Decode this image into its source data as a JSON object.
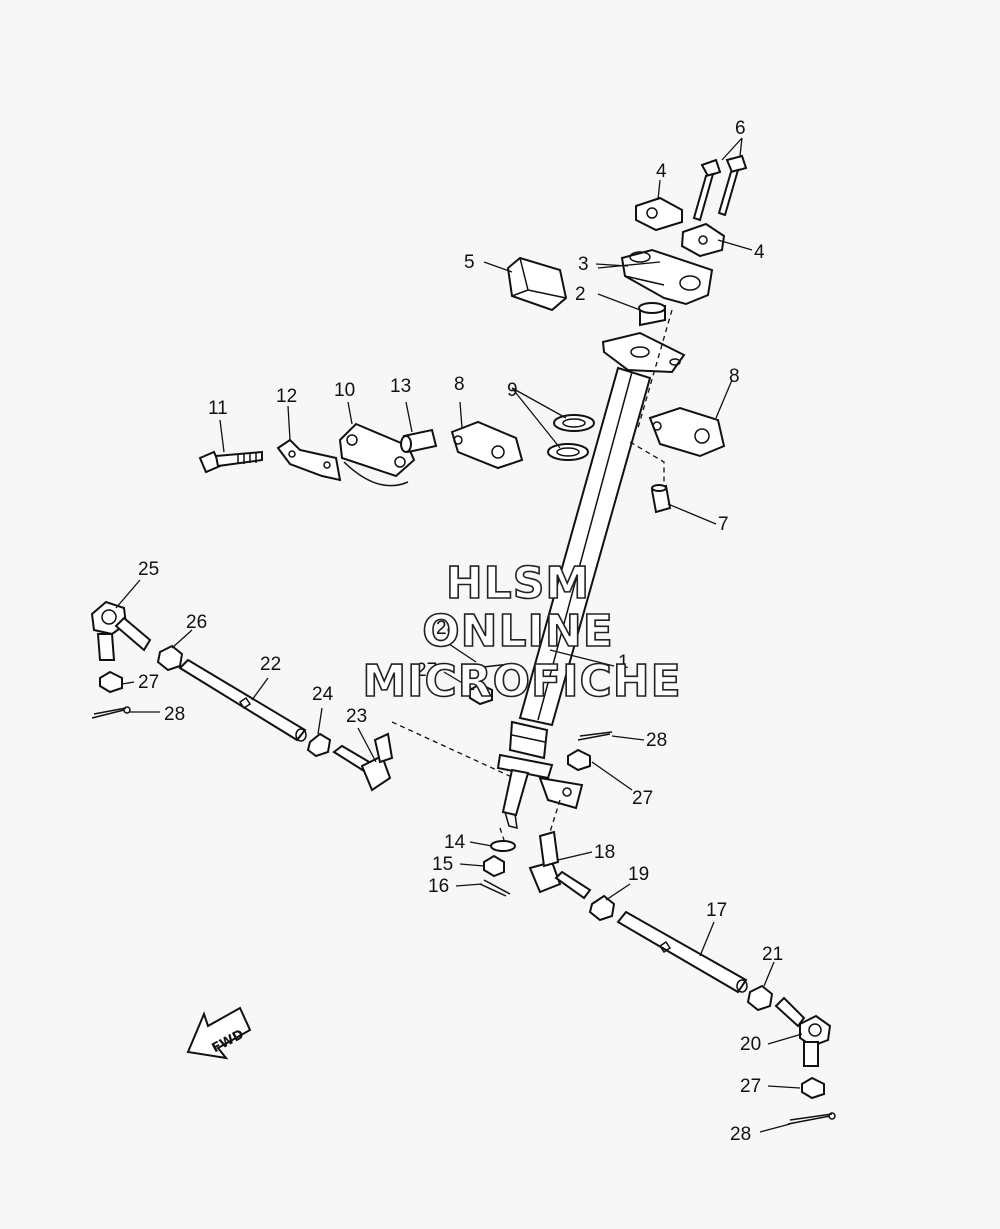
{
  "callouts": {
    "c1": "1",
    "c2": "2",
    "c3": "3",
    "c4a": "4",
    "c4b": "4",
    "c5": "5",
    "c6": "6",
    "c7": "7",
    "c8a": "8",
    "c8b": "8",
    "c9": "9",
    "c10": "10",
    "c11": "11",
    "c12": "12",
    "c13": "13",
    "c14": "14",
    "c15": "15",
    "c16": "16",
    "c17": "17",
    "c18": "18",
    "c19": "19",
    "c20": "20",
    "c21": "21",
    "c22": "22",
    "c23": "23",
    "c24": "24",
    "c25": "25",
    "c26": "26",
    "c27a": "27",
    "c27b": "27",
    "c27c": "27",
    "c27d": "27",
    "c28a": "28",
    "c28b": "28",
    "c28c": "28",
    "c28d": "28"
  },
  "watermark": {
    "line1": "HLSM",
    "line2": "ONLINE",
    "line3": "MICROFICHE"
  },
  "direction_arrow": {
    "label": "FWD",
    "icon": "fwd-arrow-icon"
  }
}
